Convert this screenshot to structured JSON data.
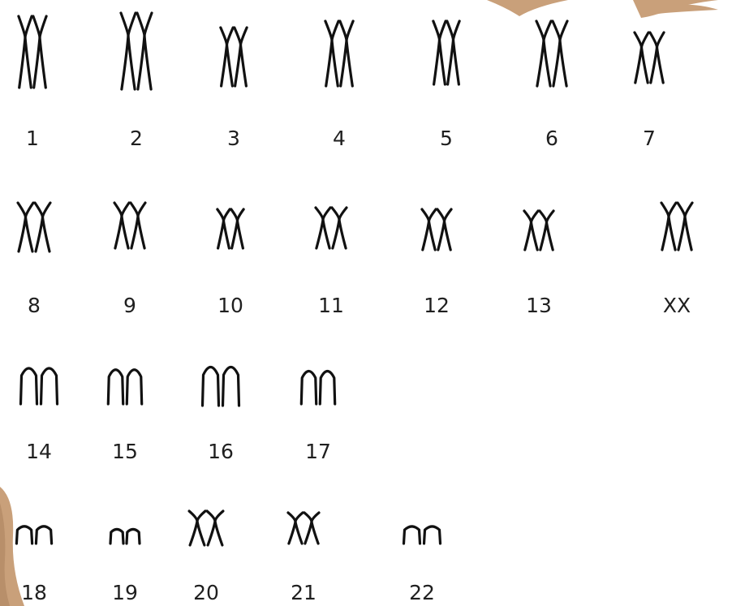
{
  "colors": {
    "ink": "#111111",
    "decor": "#c9a07a",
    "label": "#1f1f1f",
    "background": "#ffffff"
  },
  "chromosomes": [
    {
      "label": "1",
      "shape": "x"
    },
    {
      "label": "2",
      "shape": "x"
    },
    {
      "label": "3",
      "shape": "x"
    },
    {
      "label": "4",
      "shape": "x"
    },
    {
      "label": "5",
      "shape": "x"
    },
    {
      "label": "6",
      "shape": "x"
    },
    {
      "label": "7",
      "shape": "x"
    },
    {
      "label": "8",
      "shape": "x"
    },
    {
      "label": "9",
      "shape": "x"
    },
    {
      "label": "10",
      "shape": "x"
    },
    {
      "label": "11",
      "shape": "x"
    },
    {
      "label": "12",
      "shape": "x"
    },
    {
      "label": "13",
      "shape": "x"
    },
    {
      "label": "XX",
      "shape": "x"
    },
    {
      "label": "14",
      "shape": "arch"
    },
    {
      "label": "15",
      "shape": "arch"
    },
    {
      "label": "16",
      "shape": "arch"
    },
    {
      "label": "17",
      "shape": "arch"
    },
    {
      "label": "18",
      "shape": "arch"
    },
    {
      "label": "19",
      "shape": "arch"
    },
    {
      "label": "20",
      "shape": "x"
    },
    {
      "label": "21",
      "shape": "x"
    },
    {
      "label": "22",
      "shape": "arch"
    }
  ]
}
